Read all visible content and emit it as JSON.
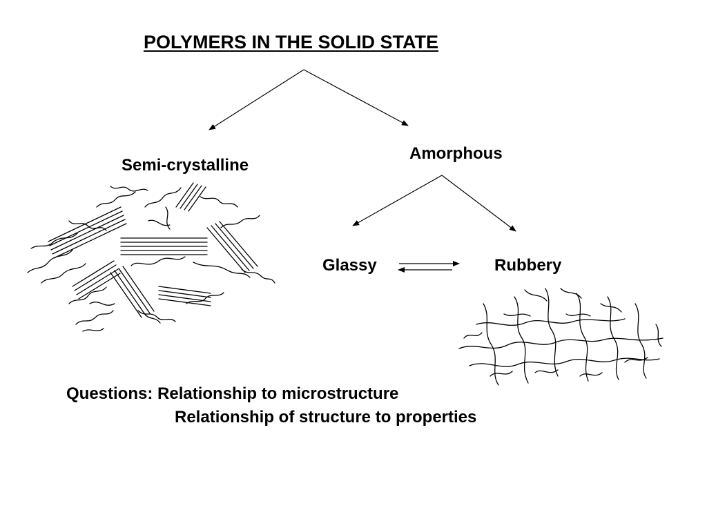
{
  "slide": {
    "title": "POLYMERS IN THE SOLID STATE",
    "nodes": {
      "semi_crystalline": "Semi-crystalline",
      "amorphous": "Amorphous",
      "glassy": "Glassy",
      "rubbery": "Rubbery"
    },
    "questions": {
      "line1": "Questions: Relationship to microstructure",
      "line2": "Relationship of structure to properties"
    },
    "icons": {
      "crystalline_sketch": "semicrystalline-chain-sketch-icon",
      "rubbery_sketch": "rubbery-network-sketch-icon"
    },
    "colors": {
      "ink": "#000000",
      "background": "#ffffff"
    }
  }
}
